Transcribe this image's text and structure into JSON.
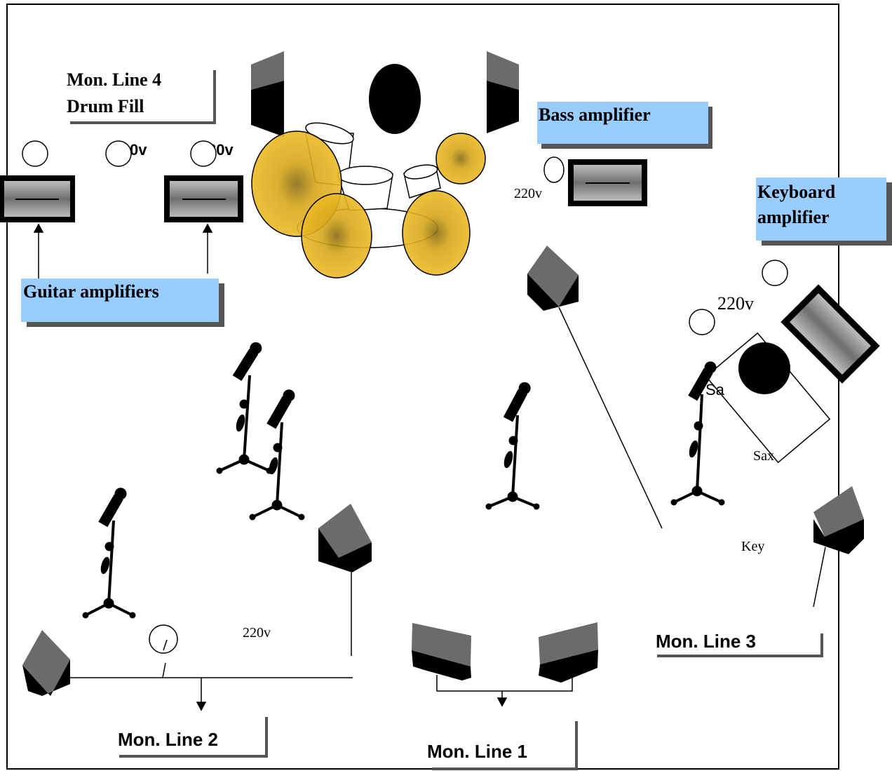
{
  "labels": {
    "mon_line_4": [
      "Mon. Line 4",
      "Drum Fill"
    ],
    "bass_amplifier": "Bass amplifier",
    "keyboard_amplifier": [
      "Keyboard",
      "amplifier"
    ],
    "guitar_amplifiers": "Guitar amplifiers",
    "mon_line_1": "Mon. Line 1",
    "mon_line_2": "Mon. Line 2",
    "mon_line_3": "Mon. Line 3",
    "sax_top": "Sa",
    "sax_bottom": "Sax",
    "key": "Key",
    "outlet_guitar_mid": "0v",
    "outlet_guitar_right": "20v",
    "outlet_bass": "220v",
    "outlet_keyboard": "220v",
    "outlet_stage_left": "220v"
  },
  "colors": {
    "label_box_fill": "#99ccff",
    "cymbal_fill": "#e8b820",
    "monitor_top": "#6b6b6b",
    "monitor_front": "#000000",
    "amp_fill": "#888888",
    "border": "#000000",
    "callout_shadow": "#555555"
  },
  "icons": {
    "monitor": "floor-wedge-monitor-icon",
    "microphone": "mic-stand-icon",
    "outlet": "power-outlet-icon",
    "amplifier": "amplifier-icon",
    "drum_kit": "drum-kit-icon"
  }
}
